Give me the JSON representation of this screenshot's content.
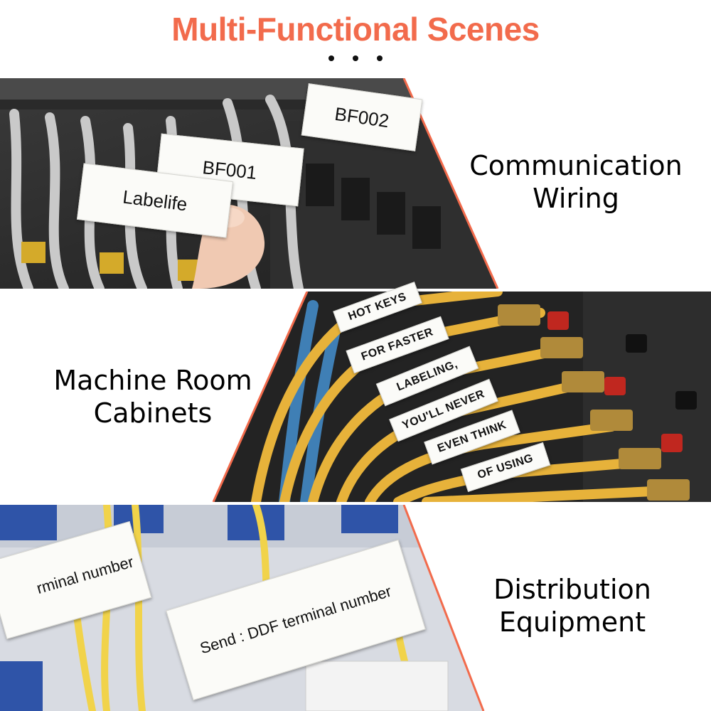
{
  "header": {
    "title": "Multi-Functional Scenes"
  },
  "colors": {
    "accent": "#f26b4c",
    "cable_yellow": "#e7b23a",
    "cable_blue": "#3f7fb5"
  },
  "scenes": [
    {
      "caption": [
        "Communication",
        "Wiring"
      ],
      "labels": [
        "BF002",
        "BF001",
        "Labelife"
      ]
    },
    {
      "caption": [
        "Machine Room",
        "Cabinets"
      ],
      "labels": [
        "HOT KEYS",
        "FOR FASTER",
        "LABELING,",
        "YOU'LL NEVER",
        "EVEN THINK",
        "OF USING"
      ]
    },
    {
      "caption": [
        "Distribution",
        "Equipment"
      ],
      "labels": [
        "rminal number",
        "Send : DDF terminal number"
      ]
    }
  ]
}
